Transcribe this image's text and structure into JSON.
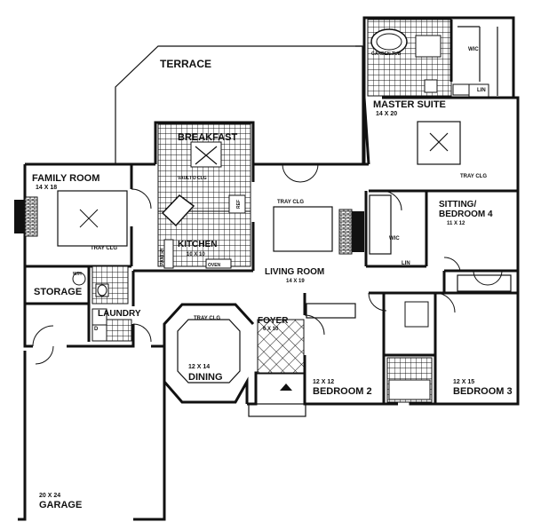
{
  "plan": {
    "terrace": "TERRACE",
    "breakfast": "BREAKFAST",
    "pantry_clg": "VAULT'D CLG",
    "kitchen": "KITCHEN",
    "kitchen_size": "10 X 10",
    "pantry": "PANTRY",
    "oven": "OVEN",
    "ref": "REF",
    "family_room": {
      "name": "FAMILY ROOM",
      "size": "14 X 18",
      "clg": "TRAY CLG"
    },
    "master_suite": {
      "name": "MASTER SUITE",
      "size": "14 X 20",
      "clg": "TRAY CLG"
    },
    "garden_tub": "GARDEN TUB",
    "wic": "WIC",
    "lin": "LIN",
    "sitting": {
      "name1": "SITTING/",
      "name2": "BEDROOM 4",
      "size": "11 X 12"
    },
    "living_room": {
      "name": "LIVING ROOM",
      "size": "14 X 19",
      "clg": "TRAY CLG"
    },
    "storage": "STORAGE",
    "laundry": "LAUNDRY",
    "wh": "W/H",
    "dryer": "D",
    "dining": {
      "name": "DINING",
      "size": "12 X 14",
      "clg": "TRAY CLG"
    },
    "foyer": {
      "name": "FOYER",
      "size": "6 X 10"
    },
    "bedroom2": {
      "name": "BEDROOM 2",
      "size": "12 X 12"
    },
    "bedroom3": {
      "name": "BEDROOM 3",
      "size": "12 X 15"
    },
    "garage": {
      "name": "GARAGE",
      "size": "20 X 24"
    }
  }
}
